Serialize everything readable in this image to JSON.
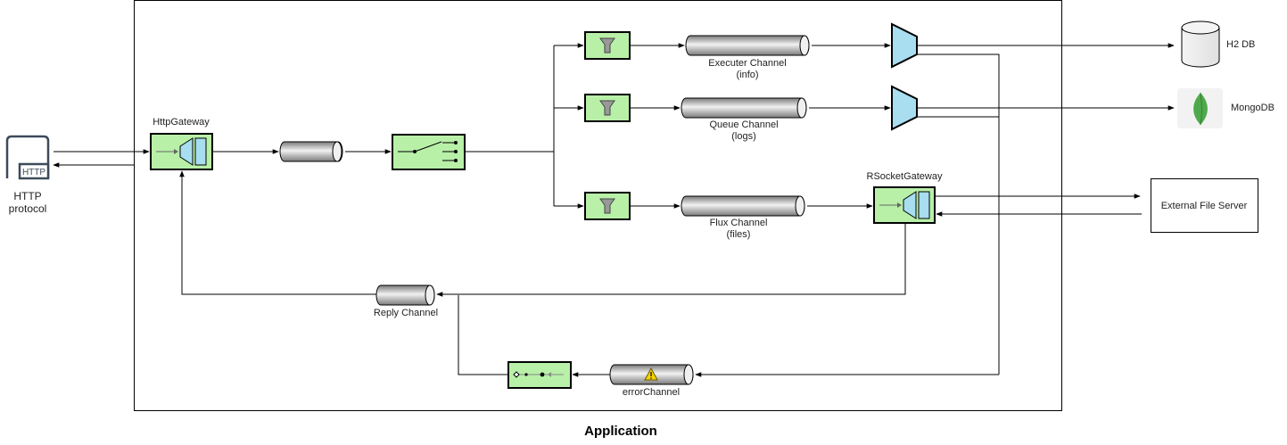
{
  "diagram": {
    "title": "Application",
    "labels": {
      "http_protocol": [
        "HTTP",
        "protocol"
      ],
      "http_badge": "HTTP",
      "http_gateway": "HttpGateway",
      "rsocket_gateway": "RSocketGateway",
      "executer_channel": [
        "Executer Channel",
        "(info)"
      ],
      "queue_channel": [
        "Queue Channel",
        "(logs)"
      ],
      "flux_channel": [
        "Flux Channel",
        "(files)"
      ],
      "reply_channel": "Reply Channel",
      "error_channel": "errorChannel",
      "h2db": "H2 DB",
      "mongodb": "MongoDB",
      "external_file_server": "External File Server"
    },
    "colors": {
      "component_fill": "#b8f0a8",
      "adapter_fill": "#a8def0",
      "pipe_dark": "#808080",
      "pipe_light": "#f0f0f0",
      "warning": "#f5d400",
      "mongo_leaf": "#4ea94b"
    },
    "icons": [
      "http-icon",
      "filter-icon",
      "router-icon",
      "adapter-icon",
      "database-icon",
      "mongodb-leaf-icon",
      "warning-icon",
      "error-handler-icon"
    ]
  }
}
